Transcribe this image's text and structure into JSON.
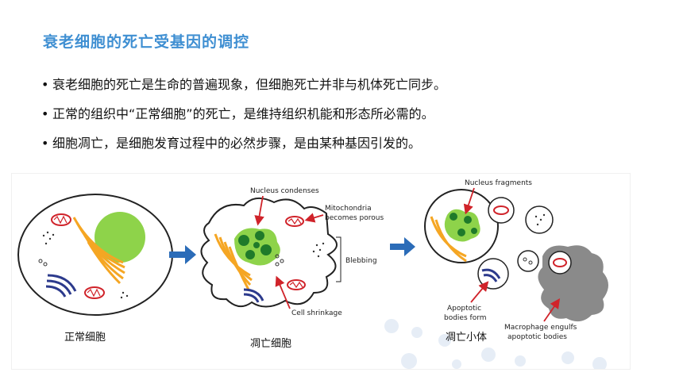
{
  "slide": {
    "title": "衰老细胞的死亡受基因的调控",
    "bullets": [
      "衰老细胞的死亡是生命的普遍现象，但细胞死亡并非与机体死亡同步。",
      "正常的组织中“正常细胞”的死亡，是维持组织机能和形态所必需的。",
      "细胞凋亡，是细胞发育过程中的必然步骤，是由某种基因引发的。"
    ],
    "bullet_marker": "•"
  },
  "figure": {
    "labels": {
      "nucleus_condenses": "Nucleus condenses",
      "mito_line1": "Mitochondria",
      "mito_line2": "becomes porous",
      "blebbing": "Blebbing",
      "cell_shrinkage": "Cell shrinkage",
      "nucleus_fragments": "Nucleus fragments",
      "apoptotic_line1": "Apoptotic",
      "apoptotic_line2": "bodies form",
      "macro_line1": "Macrophage engulfs",
      "macro_line2": "apoptotic bodies"
    },
    "captions": {
      "normal_cell": "正常细胞",
      "apoptotic_cell": "凋亡细胞",
      "apoptotic_body": "凋亡小体"
    },
    "colors": {
      "nucleus_green": "#8ed34a",
      "dark_green": "#1f7a2a",
      "golgi_orange": "#f5a623",
      "er_navy": "#2c3a8c",
      "mito_red": "#d0232a",
      "arrow_blue": "#2b6cb8",
      "macrophage_gray": "#8a8a8a"
    }
  }
}
